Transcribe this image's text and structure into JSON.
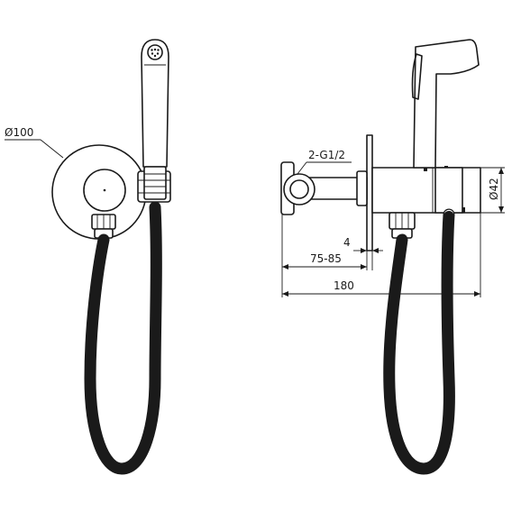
{
  "dimensions": {
    "escutcheon_diameter": "Ø100",
    "thread": "2-G1/2",
    "wall_gap": "4",
    "depth_range": "75-85",
    "total_length": "180",
    "body_diameter": "Ø42"
  },
  "colors": {
    "line": "#1a1a1a",
    "background": "#ffffff"
  }
}
